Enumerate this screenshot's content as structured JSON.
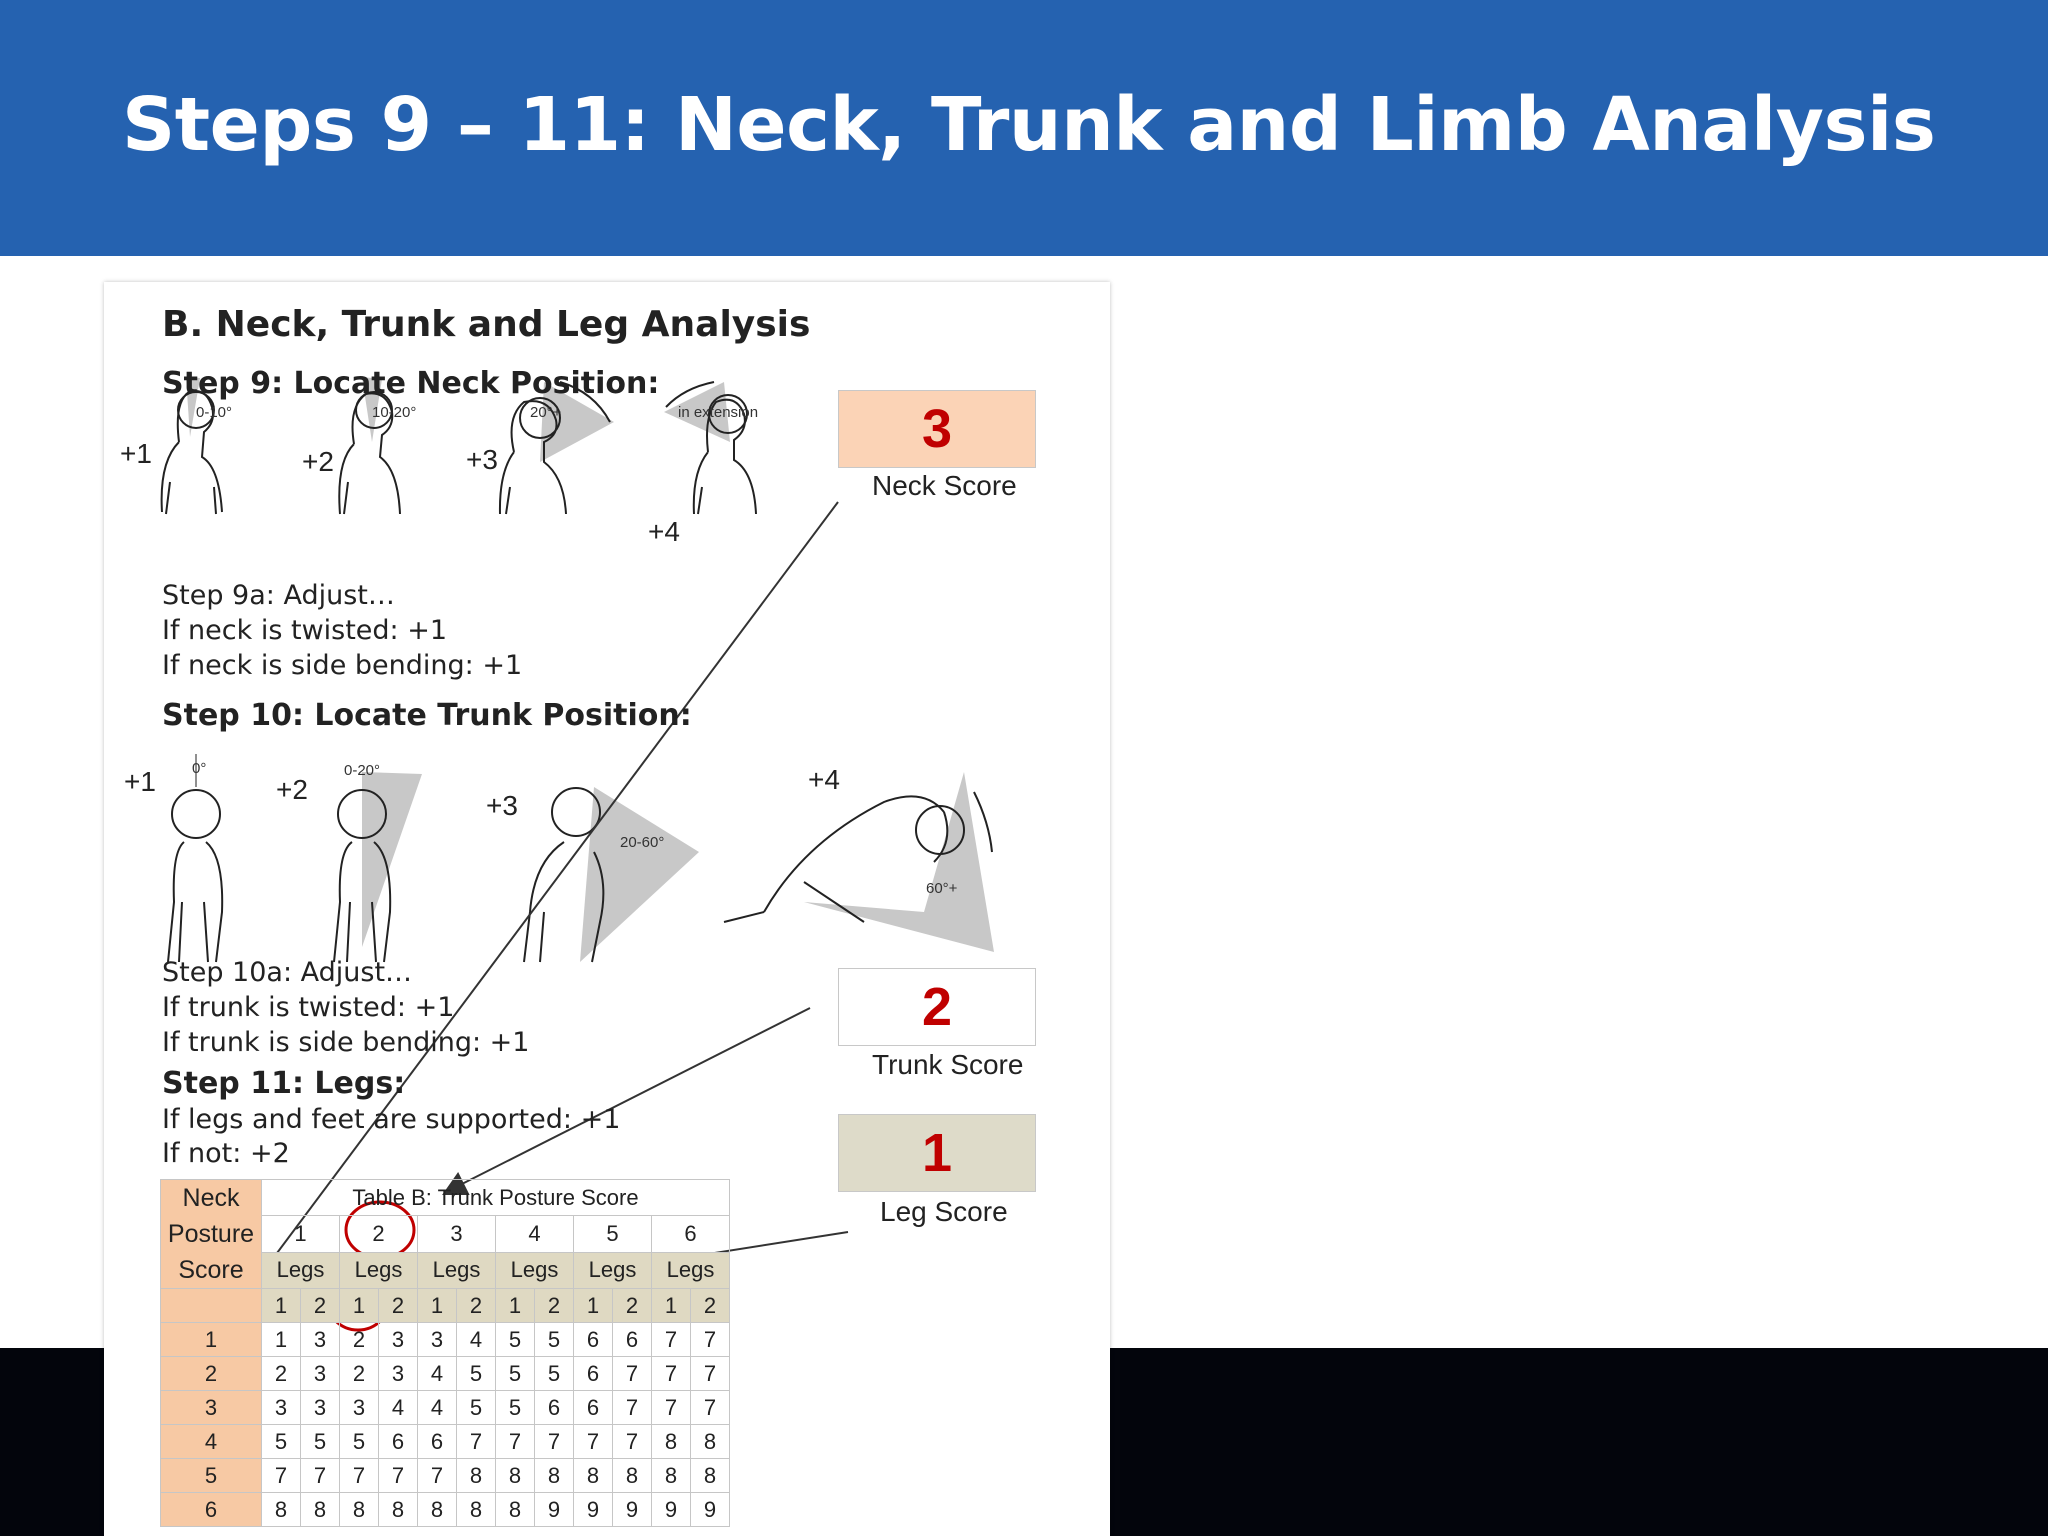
{
  "slide": {
    "title": "Steps 9 – 11: Neck, Trunk and Limb Analysis"
  },
  "worksheet": {
    "heading": "B. Neck, Trunk and Leg Analysis",
    "step9": {
      "heading": "Step 9: Locate Neck Position:",
      "figures": [
        {
          "score": "+1",
          "range": "0-10°"
        },
        {
          "score": "+2",
          "range": "10-20°"
        },
        {
          "score": "+3",
          "range": "20°+"
        },
        {
          "score": "+4",
          "range": "in extension"
        }
      ],
      "adjust": [
        "Step 9a: Adjust…",
        "If neck is twisted: +1",
        "If neck is side bending: +1"
      ]
    },
    "step10": {
      "heading": "Step 10: Locate Trunk Position:",
      "figures": [
        {
          "score": "+1",
          "range": "0°"
        },
        {
          "score": "+2",
          "range": "0-20°"
        },
        {
          "score": "+3",
          "range": "20-60°"
        },
        {
          "score": "+4",
          "range": "60°+"
        }
      ],
      "adjust": [
        "Step 10a: Adjust…",
        "If trunk is twisted: +1",
        "If trunk is side bending: +1"
      ]
    },
    "step11": {
      "heading": "Step 11: Legs:",
      "lines": [
        "If legs and feet are supported: +1",
        "If not: +2"
      ]
    },
    "scores": {
      "neck": {
        "value": "3",
        "label": "Neck Score",
        "color": "#fbd3b6"
      },
      "trunk": {
        "value": "2",
        "label": "Trunk Score",
        "color": "#ffffff"
      },
      "leg": {
        "value": "1",
        "label": "Leg Score",
        "color": "#dedbc9"
      }
    },
    "table_b": {
      "title": "Table B: Trunk Posture Score",
      "row_header": [
        "Neck",
        "Posture",
        "Score"
      ],
      "trunk_cols": [
        "1",
        "2",
        "3",
        "4",
        "5",
        "6"
      ],
      "legs_label": "Legs",
      "leg_sub": [
        "1",
        "2"
      ],
      "rows": [
        {
          "neck": "1",
          "values": [
            "1",
            "3",
            "2",
            "3",
            "3",
            "4",
            "5",
            "5",
            "6",
            "6",
            "7",
            "7"
          ]
        },
        {
          "neck": "2",
          "values": [
            "2",
            "3",
            "2",
            "3",
            "4",
            "5",
            "5",
            "5",
            "6",
            "7",
            "7",
            "7"
          ]
        },
        {
          "neck": "3",
          "values": [
            "3",
            "3",
            "3",
            "4",
            "4",
            "5",
            "5",
            "6",
            "6",
            "7",
            "7",
            "7"
          ]
        },
        {
          "neck": "4",
          "values": [
            "5",
            "5",
            "5",
            "6",
            "6",
            "7",
            "7",
            "7",
            "7",
            "7",
            "8",
            "8"
          ]
        },
        {
          "neck": "5",
          "values": [
            "7",
            "7",
            "7",
            "7",
            "7",
            "8",
            "8",
            "8",
            "8",
            "8",
            "8",
            "8"
          ]
        },
        {
          "neck": "6",
          "values": [
            "8",
            "8",
            "8",
            "8",
            "8",
            "8",
            "8",
            "9",
            "9",
            "9",
            "9",
            "9"
          ]
        }
      ]
    }
  }
}
